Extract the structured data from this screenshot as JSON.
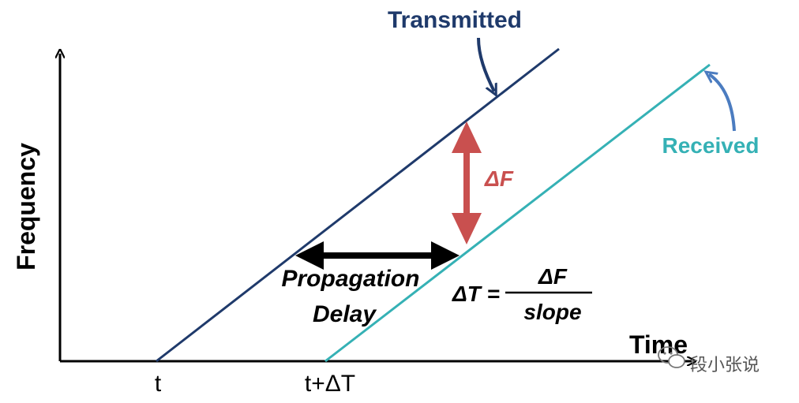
{
  "diagram": {
    "axis_labels": {
      "y": "Frequency",
      "x": "Time"
    },
    "tick_labels": {
      "t": "t",
      "t_delta": "t+ΔT"
    },
    "series": {
      "transmitted": {
        "label": "Transmitted",
        "color": "#1f3a6b"
      },
      "received": {
        "label": "Received",
        "color": "#35b1b5"
      }
    },
    "callouts": {
      "delta_f": {
        "label": "ΔF",
        "color": "#c9504f"
      },
      "propagation_delay": {
        "line1": "Propagation",
        "line2": "Delay",
        "color": "#000000"
      }
    },
    "formula": {
      "lhs": "ΔT =",
      "numerator": "ΔF",
      "denominator": "slope"
    },
    "watermark": {
      "text": "段小张说",
      "icon": "wechat-icon"
    },
    "colors": {
      "axis": "#000000",
      "transmitted_arrow": "#1f3a6b",
      "received_arrow": "#4b7cc0"
    }
  }
}
